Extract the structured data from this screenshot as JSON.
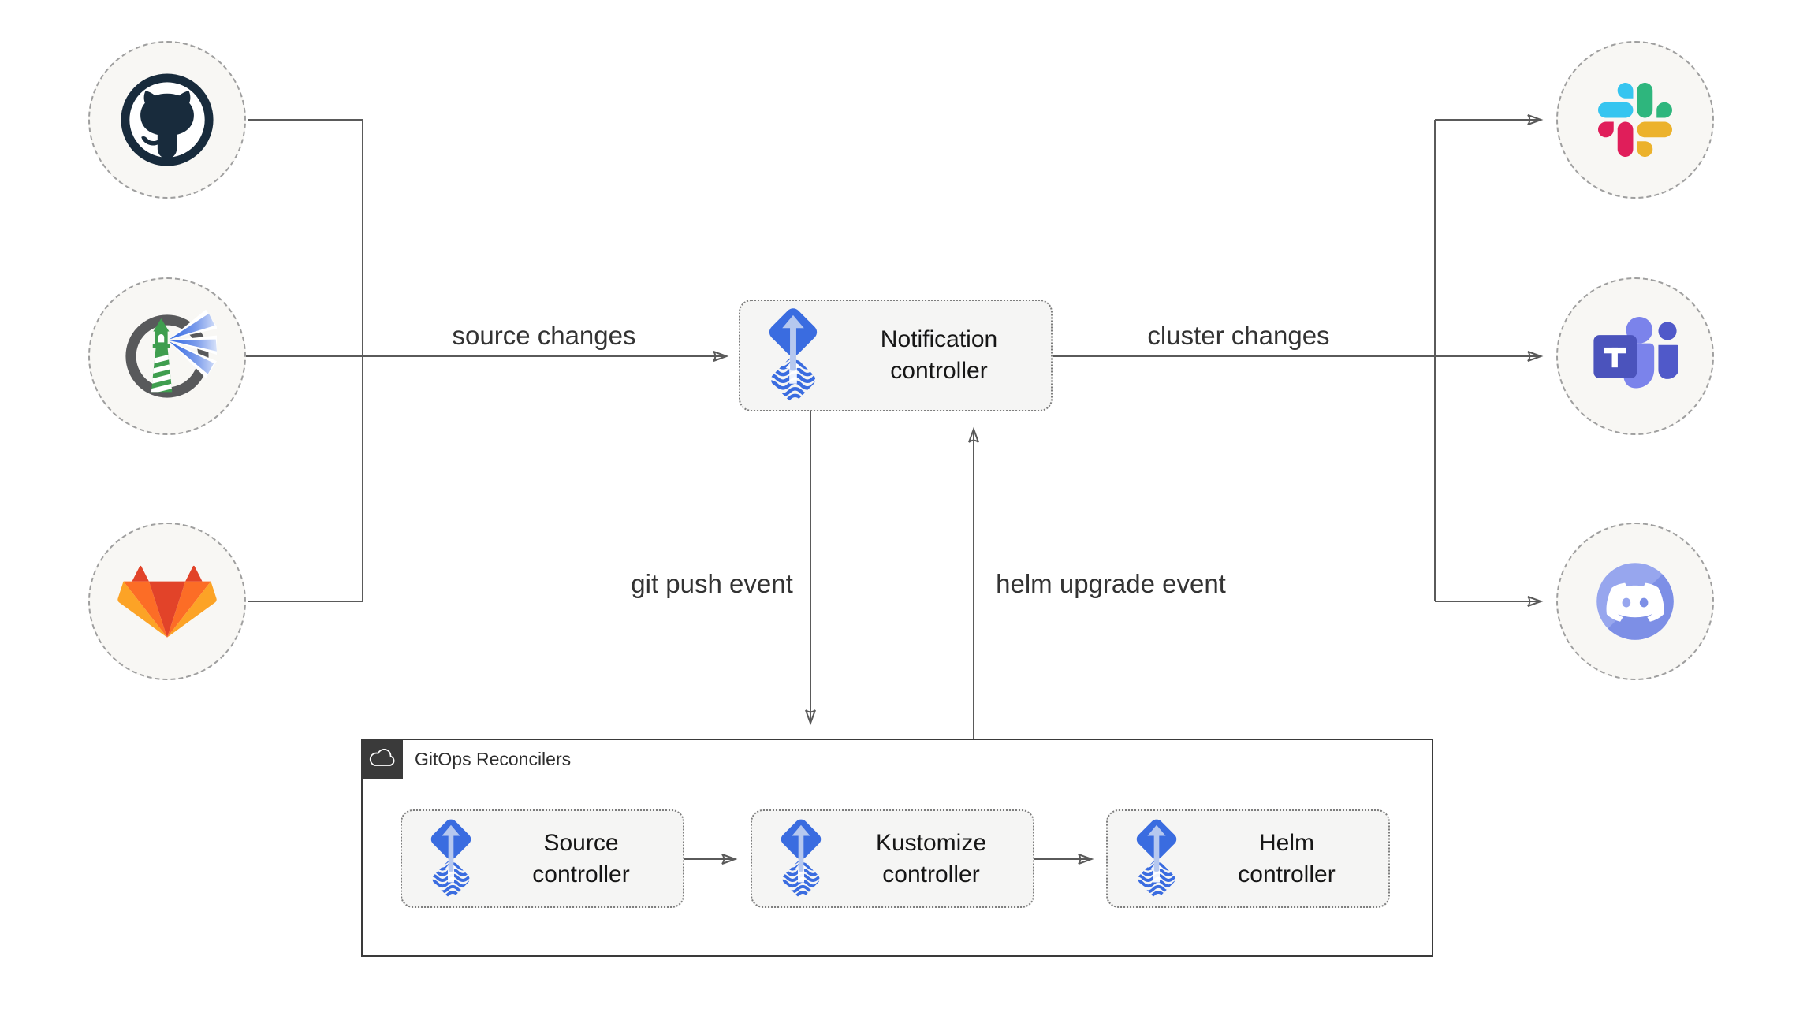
{
  "nodes": {
    "notification_controller": "Notification controller",
    "source_controller": "Source controller",
    "kustomize_controller": "Kustomize controller",
    "helm_controller": "Helm controller"
  },
  "edge_labels": {
    "source_changes": "source changes",
    "cluster_changes": "cluster changes",
    "git_push_event": "git push event",
    "helm_upgrade_event": "helm upgrade event"
  },
  "group": {
    "label": "GitOps Reconcilers",
    "icon": "cloud-icon"
  },
  "icons": {
    "left_sources": [
      "github-logo",
      "harbor-logo",
      "gitlab-logo"
    ],
    "right_notifications": [
      "slack-logo",
      "microsoft-teams-logo",
      "discord-logo"
    ],
    "node_icon": "flux-logo"
  },
  "colors": {
    "flux_blue": "#3a6ce0",
    "flux_arrow_light": "#b6c8ef",
    "connector_gray": "#5a5a5a",
    "box_fill": "#f5f5f4",
    "group_border": "#3a3a3a",
    "circle_fill": "#f8f7f4",
    "github_dark": "#182b3c",
    "harbor_green": "#3f9e4f",
    "harbor_gray": "#58595b",
    "gitlab_red": "#e24329",
    "gitlab_orange": "#fc6d26",
    "gitlab_yellow": "#fca326",
    "slack_blue": "#36c5f0",
    "slack_green": "#2eb67d",
    "slack_yellow": "#ecb22c",
    "slack_red": "#e01e5a",
    "teams_purple": "#4b53bc",
    "teams_light_purple": "#7b83eb",
    "teams_mid_purple": "#5059c9",
    "discord_blurple_light": "#97a6ee",
    "discord_blurple_dark": "#7d8fe6"
  }
}
